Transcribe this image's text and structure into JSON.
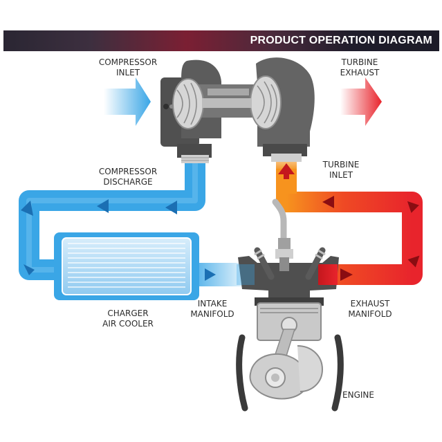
{
  "header": {
    "title": "PRODUCT OPERATION DIAGRAM"
  },
  "labels": {
    "compressor_inlet": [
      "COMPRESSOR",
      "INLET"
    ],
    "turbine_exhaust": [
      "TURBINE",
      "EXHAUST"
    ],
    "compressor_discharge": [
      "COMPRESSOR",
      "DISCHARGE"
    ],
    "turbine_inlet": [
      "TURBINE",
      "INLET"
    ],
    "charger_air_cooler": [
      "CHARGER",
      "AIR COOLER"
    ],
    "intake_manifold": [
      "INTAKE",
      "MANIFOLD"
    ],
    "exhaust_manifold": [
      "EXHAUST",
      "MANIFOLD"
    ],
    "engine": "ENGINE"
  },
  "colors": {
    "cold_air": "#3aa6e6",
    "cold_air_light": "#9fd3f2",
    "hot_air": "#e8242c",
    "warm_air": "#f7931e",
    "metal": "#5a5a5a",
    "metal_light": "#b8b8b8"
  }
}
